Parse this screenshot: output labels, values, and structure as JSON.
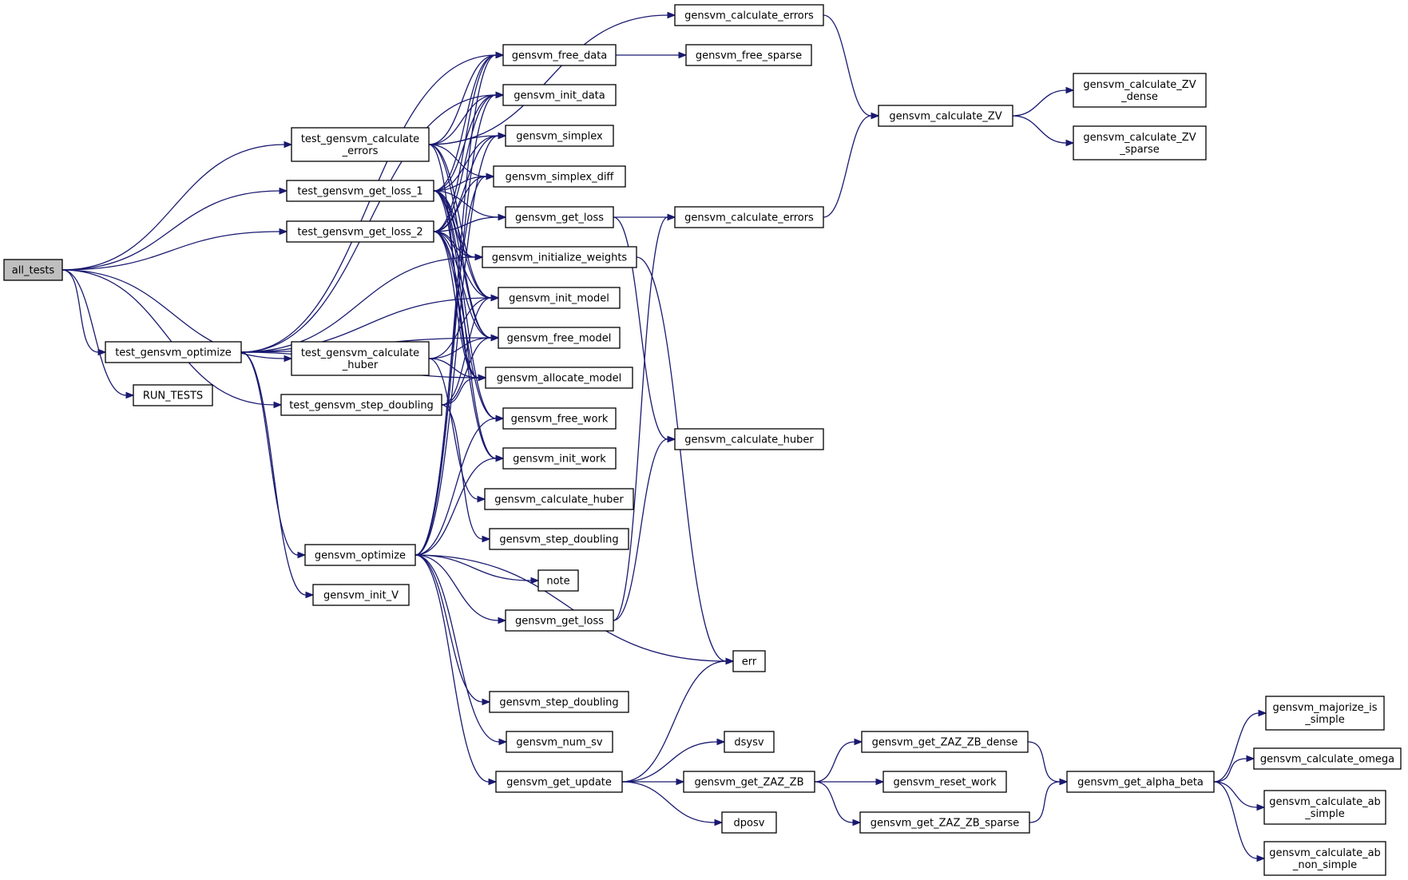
{
  "nodes": [
    {
      "id": "all_tests",
      "lines": [
        "all_tests"
      ],
      "root": true
    },
    {
      "id": "test_gensvm_calculate_errors",
      "lines": [
        "test_gensvm_calculate",
        "_errors"
      ]
    },
    {
      "id": "test_gensvm_get_loss_1",
      "lines": [
        "test_gensvm_get_loss_1"
      ]
    },
    {
      "id": "test_gensvm_get_loss_2",
      "lines": [
        "test_gensvm_get_loss_2"
      ]
    },
    {
      "id": "test_gensvm_optimize",
      "lines": [
        "test_gensvm_optimize"
      ]
    },
    {
      "id": "test_gensvm_calculate_huber",
      "lines": [
        "test_gensvm_calculate",
        "_huber"
      ]
    },
    {
      "id": "test_gensvm_step_doubling",
      "lines": [
        "test_gensvm_step_doubling"
      ]
    },
    {
      "id": "RUN_TESTS",
      "lines": [
        "RUN_TESTS"
      ]
    },
    {
      "id": "gensvm_optimize",
      "lines": [
        "gensvm_optimize"
      ]
    },
    {
      "id": "gensvm_init_V",
      "lines": [
        "gensvm_init_V"
      ]
    },
    {
      "id": "gensvm_calculate_errors_top",
      "lines": [
        "gensvm_calculate_errors"
      ]
    },
    {
      "id": "gensvm_free_data",
      "lines": [
        "gensvm_free_data"
      ]
    },
    {
      "id": "gensvm_init_data",
      "lines": [
        "gensvm_init_data"
      ]
    },
    {
      "id": "gensvm_simplex",
      "lines": [
        "gensvm_simplex"
      ]
    },
    {
      "id": "gensvm_simplex_diff",
      "lines": [
        "gensvm_simplex_diff"
      ]
    },
    {
      "id": "gensvm_get_loss_mid",
      "lines": [
        "gensvm_get_loss"
      ]
    },
    {
      "id": "gensvm_initialize_weights",
      "lines": [
        "gensvm_initialize_weights"
      ]
    },
    {
      "id": "gensvm_init_model",
      "lines": [
        "gensvm_init_model"
      ]
    },
    {
      "id": "gensvm_free_model",
      "lines": [
        "gensvm_free_model"
      ]
    },
    {
      "id": "gensvm_allocate_model",
      "lines": [
        "gensvm_allocate_model"
      ]
    },
    {
      "id": "gensvm_free_work",
      "lines": [
        "gensvm_free_work"
      ]
    },
    {
      "id": "gensvm_init_work",
      "lines": [
        "gensvm_init_work"
      ]
    },
    {
      "id": "gensvm_calculate_huber_mid",
      "lines": [
        "gensvm_calculate_huber"
      ]
    },
    {
      "id": "gensvm_step_doubling_mid",
      "lines": [
        "gensvm_step_doubling"
      ]
    },
    {
      "id": "note",
      "lines": [
        "note"
      ]
    },
    {
      "id": "gensvm_get_loss_low",
      "lines": [
        "gensvm_get_loss"
      ]
    },
    {
      "id": "gensvm_step_doubling_low",
      "lines": [
        "gensvm_step_doubling"
      ]
    },
    {
      "id": "gensvm_num_sv",
      "lines": [
        "gensvm_num_sv"
      ]
    },
    {
      "id": "gensvm_get_update",
      "lines": [
        "gensvm_get_update"
      ]
    },
    {
      "id": "gensvm_free_sparse",
      "lines": [
        "gensvm_free_sparse"
      ]
    },
    {
      "id": "gensvm_calculate_errors_mid",
      "lines": [
        "gensvm_calculate_errors"
      ]
    },
    {
      "id": "gensvm_calculate_huber_right",
      "lines": [
        "gensvm_calculate_huber"
      ]
    },
    {
      "id": "err",
      "lines": [
        "err"
      ]
    },
    {
      "id": "dsysv",
      "lines": [
        "dsysv"
      ]
    },
    {
      "id": "gensvm_get_ZAZ_ZB",
      "lines": [
        "gensvm_get_ZAZ_ZB"
      ]
    },
    {
      "id": "dposv",
      "lines": [
        "dposv"
      ]
    },
    {
      "id": "gensvm_calculate_ZV",
      "lines": [
        "gensvm_calculate_ZV"
      ]
    },
    {
      "id": "gensvm_calculate_ZV_dense",
      "lines": [
        "gensvm_calculate_ZV",
        "_dense"
      ]
    },
    {
      "id": "gensvm_calculate_ZV_sparse",
      "lines": [
        "gensvm_calculate_ZV",
        "_sparse"
      ]
    },
    {
      "id": "gensvm_get_ZAZ_ZB_dense",
      "lines": [
        "gensvm_get_ZAZ_ZB_dense"
      ]
    },
    {
      "id": "gensvm_reset_work",
      "lines": [
        "gensvm_reset_work"
      ]
    },
    {
      "id": "gensvm_get_ZAZ_ZB_sparse",
      "lines": [
        "gensvm_get_ZAZ_ZB_sparse"
      ]
    },
    {
      "id": "gensvm_get_alpha_beta",
      "lines": [
        "gensvm_get_alpha_beta"
      ]
    },
    {
      "id": "gensvm_majorize_is_simple",
      "lines": [
        "gensvm_majorize_is",
        "_simple"
      ]
    },
    {
      "id": "gensvm_calculate_omega",
      "lines": [
        "gensvm_calculate_omega"
      ]
    },
    {
      "id": "gensvm_calculate_ab_simple",
      "lines": [
        "gensvm_calculate_ab",
        "_simple"
      ]
    },
    {
      "id": "gensvm_calculate_ab_non_simple",
      "lines": [
        "gensvm_calculate_ab",
        "_non_simple"
      ]
    }
  ],
  "edges": [
    [
      "all_tests",
      "test_gensvm_calculate_errors"
    ],
    [
      "all_tests",
      "test_gensvm_get_loss_1"
    ],
    [
      "all_tests",
      "test_gensvm_get_loss_2"
    ],
    [
      "all_tests",
      "test_gensvm_optimize"
    ],
    [
      "all_tests",
      "test_gensvm_calculate_huber"
    ],
    [
      "all_tests",
      "test_gensvm_step_doubling"
    ],
    [
      "all_tests",
      "RUN_TESTS"
    ],
    [
      "test_gensvm_calculate_errors",
      "gensvm_calculate_errors_top"
    ],
    [
      "test_gensvm_calculate_errors",
      "gensvm_free_data"
    ],
    [
      "test_gensvm_calculate_errors",
      "gensvm_init_data"
    ],
    [
      "test_gensvm_calculate_errors",
      "gensvm_simplex"
    ],
    [
      "test_gensvm_calculate_errors",
      "gensvm_simplex_diff"
    ],
    [
      "test_gensvm_calculate_errors",
      "gensvm_init_model"
    ],
    [
      "test_gensvm_calculate_errors",
      "gensvm_free_model"
    ],
    [
      "test_gensvm_calculate_errors",
      "gensvm_allocate_model"
    ],
    [
      "test_gensvm_get_loss_1",
      "gensvm_free_data"
    ],
    [
      "test_gensvm_get_loss_1",
      "gensvm_init_data"
    ],
    [
      "test_gensvm_get_loss_1",
      "gensvm_simplex"
    ],
    [
      "test_gensvm_get_loss_1",
      "gensvm_simplex_diff"
    ],
    [
      "test_gensvm_get_loss_1",
      "gensvm_get_loss_mid"
    ],
    [
      "test_gensvm_get_loss_1",
      "gensvm_initialize_weights"
    ],
    [
      "test_gensvm_get_loss_1",
      "gensvm_init_model"
    ],
    [
      "test_gensvm_get_loss_1",
      "gensvm_free_model"
    ],
    [
      "test_gensvm_get_loss_1",
      "gensvm_allocate_model"
    ],
    [
      "test_gensvm_get_loss_1",
      "gensvm_free_work"
    ],
    [
      "test_gensvm_get_loss_1",
      "gensvm_init_work"
    ],
    [
      "test_gensvm_get_loss_2",
      "gensvm_free_data"
    ],
    [
      "test_gensvm_get_loss_2",
      "gensvm_init_data"
    ],
    [
      "test_gensvm_get_loss_2",
      "gensvm_simplex"
    ],
    [
      "test_gensvm_get_loss_2",
      "gensvm_simplex_diff"
    ],
    [
      "test_gensvm_get_loss_2",
      "gensvm_get_loss_mid"
    ],
    [
      "test_gensvm_get_loss_2",
      "gensvm_initialize_weights"
    ],
    [
      "test_gensvm_get_loss_2",
      "gensvm_init_model"
    ],
    [
      "test_gensvm_get_loss_2",
      "gensvm_free_model"
    ],
    [
      "test_gensvm_get_loss_2",
      "gensvm_allocate_model"
    ],
    [
      "test_gensvm_get_loss_2",
      "gensvm_free_work"
    ],
    [
      "test_gensvm_get_loss_2",
      "gensvm_init_work"
    ],
    [
      "test_gensvm_optimize",
      "gensvm_free_data"
    ],
    [
      "test_gensvm_optimize",
      "gensvm_init_data"
    ],
    [
      "test_gensvm_optimize",
      "gensvm_initialize_weights"
    ],
    [
      "test_gensvm_optimize",
      "gensvm_init_model"
    ],
    [
      "test_gensvm_optimize",
      "gensvm_free_model"
    ],
    [
      "test_gensvm_optimize",
      "gensvm_allocate_model"
    ],
    [
      "test_gensvm_optimize",
      "gensvm_optimize"
    ],
    [
      "test_gensvm_optimize",
      "gensvm_init_V"
    ],
    [
      "test_gensvm_calculate_huber",
      "gensvm_init_model"
    ],
    [
      "test_gensvm_calculate_huber",
      "gensvm_free_model"
    ],
    [
      "test_gensvm_calculate_huber",
      "gensvm_allocate_model"
    ],
    [
      "test_gensvm_calculate_huber",
      "gensvm_calculate_huber_mid"
    ],
    [
      "test_gensvm_step_doubling",
      "gensvm_free_model"
    ],
    [
      "test_gensvm_step_doubling",
      "gensvm_allocate_model"
    ],
    [
      "test_gensvm_step_doubling",
      "gensvm_init_model"
    ],
    [
      "test_gensvm_step_doubling",
      "gensvm_step_doubling_mid"
    ],
    [
      "gensvm_optimize",
      "gensvm_free_data"
    ],
    [
      "gensvm_optimize",
      "gensvm_init_data"
    ],
    [
      "gensvm_optimize",
      "gensvm_simplex"
    ],
    [
      "gensvm_optimize",
      "gensvm_simplex_diff"
    ],
    [
      "gensvm_optimize",
      "gensvm_free_work"
    ],
    [
      "gensvm_optimize",
      "gensvm_init_work"
    ],
    [
      "gensvm_optimize",
      "note"
    ],
    [
      "gensvm_optimize",
      "gensvm_get_loss_low"
    ],
    [
      "gensvm_optimize",
      "err"
    ],
    [
      "gensvm_optimize",
      "gensvm_step_doubling_low"
    ],
    [
      "gensvm_optimize",
      "gensvm_num_sv"
    ],
    [
      "gensvm_optimize",
      "gensvm_get_update"
    ],
    [
      "gensvm_calculate_errors_top",
      "gensvm_calculate_ZV"
    ],
    [
      "gensvm_free_data",
      "gensvm_free_sparse"
    ],
    [
      "gensvm_get_loss_mid",
      "gensvm_calculate_errors_mid"
    ],
    [
      "gensvm_get_loss_mid",
      "gensvm_calculate_huber_right"
    ],
    [
      "gensvm_initialize_weights",
      "err"
    ],
    [
      "gensvm_get_loss_low",
      "gensvm_calculate_errors_mid"
    ],
    [
      "gensvm_get_loss_low",
      "gensvm_calculate_huber_right"
    ],
    [
      "gensvm_calculate_errors_mid",
      "gensvm_calculate_ZV"
    ],
    [
      "gensvm_calculate_ZV",
      "gensvm_calculate_ZV_dense"
    ],
    [
      "gensvm_calculate_ZV",
      "gensvm_calculate_ZV_sparse"
    ],
    [
      "gensvm_get_update",
      "err"
    ],
    [
      "gensvm_get_update",
      "dsysv"
    ],
    [
      "gensvm_get_update",
      "gensvm_get_ZAZ_ZB"
    ],
    [
      "gensvm_get_update",
      "dposv"
    ],
    [
      "gensvm_get_ZAZ_ZB",
      "gensvm_get_ZAZ_ZB_dense"
    ],
    [
      "gensvm_get_ZAZ_ZB",
      "gensvm_reset_work"
    ],
    [
      "gensvm_get_ZAZ_ZB",
      "gensvm_get_ZAZ_ZB_sparse"
    ],
    [
      "gensvm_get_ZAZ_ZB_dense",
      "gensvm_get_alpha_beta"
    ],
    [
      "gensvm_get_ZAZ_ZB_sparse",
      "gensvm_get_alpha_beta"
    ],
    [
      "gensvm_get_alpha_beta",
      "gensvm_majorize_is_simple"
    ],
    [
      "gensvm_get_alpha_beta",
      "gensvm_calculate_omega"
    ],
    [
      "gensvm_get_alpha_beta",
      "gensvm_calculate_ab_simple"
    ],
    [
      "gensvm_get_alpha_beta",
      "gensvm_calculate_ab_non_simple"
    ]
  ],
  "colors": {
    "edge": "#191970",
    "root_fill": "#bfbfbf",
    "node_fill": "#ffffff",
    "node_stroke": "#000000"
  }
}
